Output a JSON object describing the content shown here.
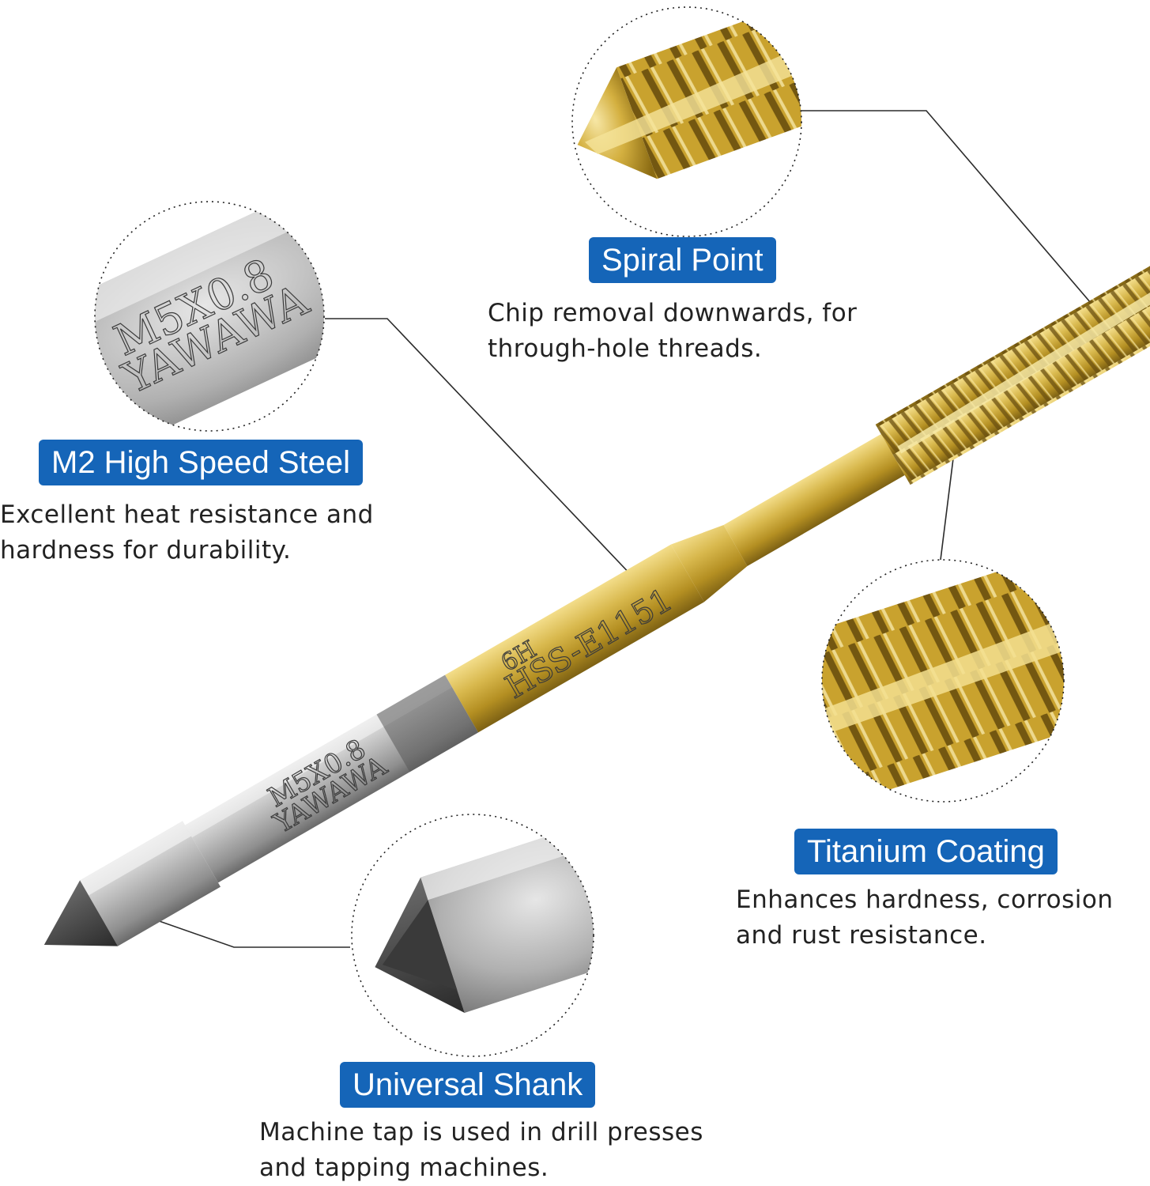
{
  "features": [
    {
      "title": "Spiral Point",
      "desc_line1": "Chip removal downwards, for",
      "desc_line2": "through-hole threads."
    },
    {
      "title": "M2 High Speed Steel",
      "desc_line1": "Excellent heat resistance and",
      "desc_line2": "hardness for durability."
    },
    {
      "title": "Titanium Coating",
      "desc_line1": "Enhances hardness, corrosion",
      "desc_line2": "and rust resistance."
    },
    {
      "title": "Universal Shank",
      "desc_line1": "Machine tap is used in drill presses",
      "desc_line2": "and tapping machines."
    }
  ],
  "engraving": {
    "size": "M5X0.8",
    "brand": "YAWAWA",
    "material": "HSS-E1151",
    "tolerance": "6H"
  },
  "colors": {
    "badge": "#1565b8",
    "titanium": "#c9a93a",
    "steel": "#a9a9a9"
  }
}
